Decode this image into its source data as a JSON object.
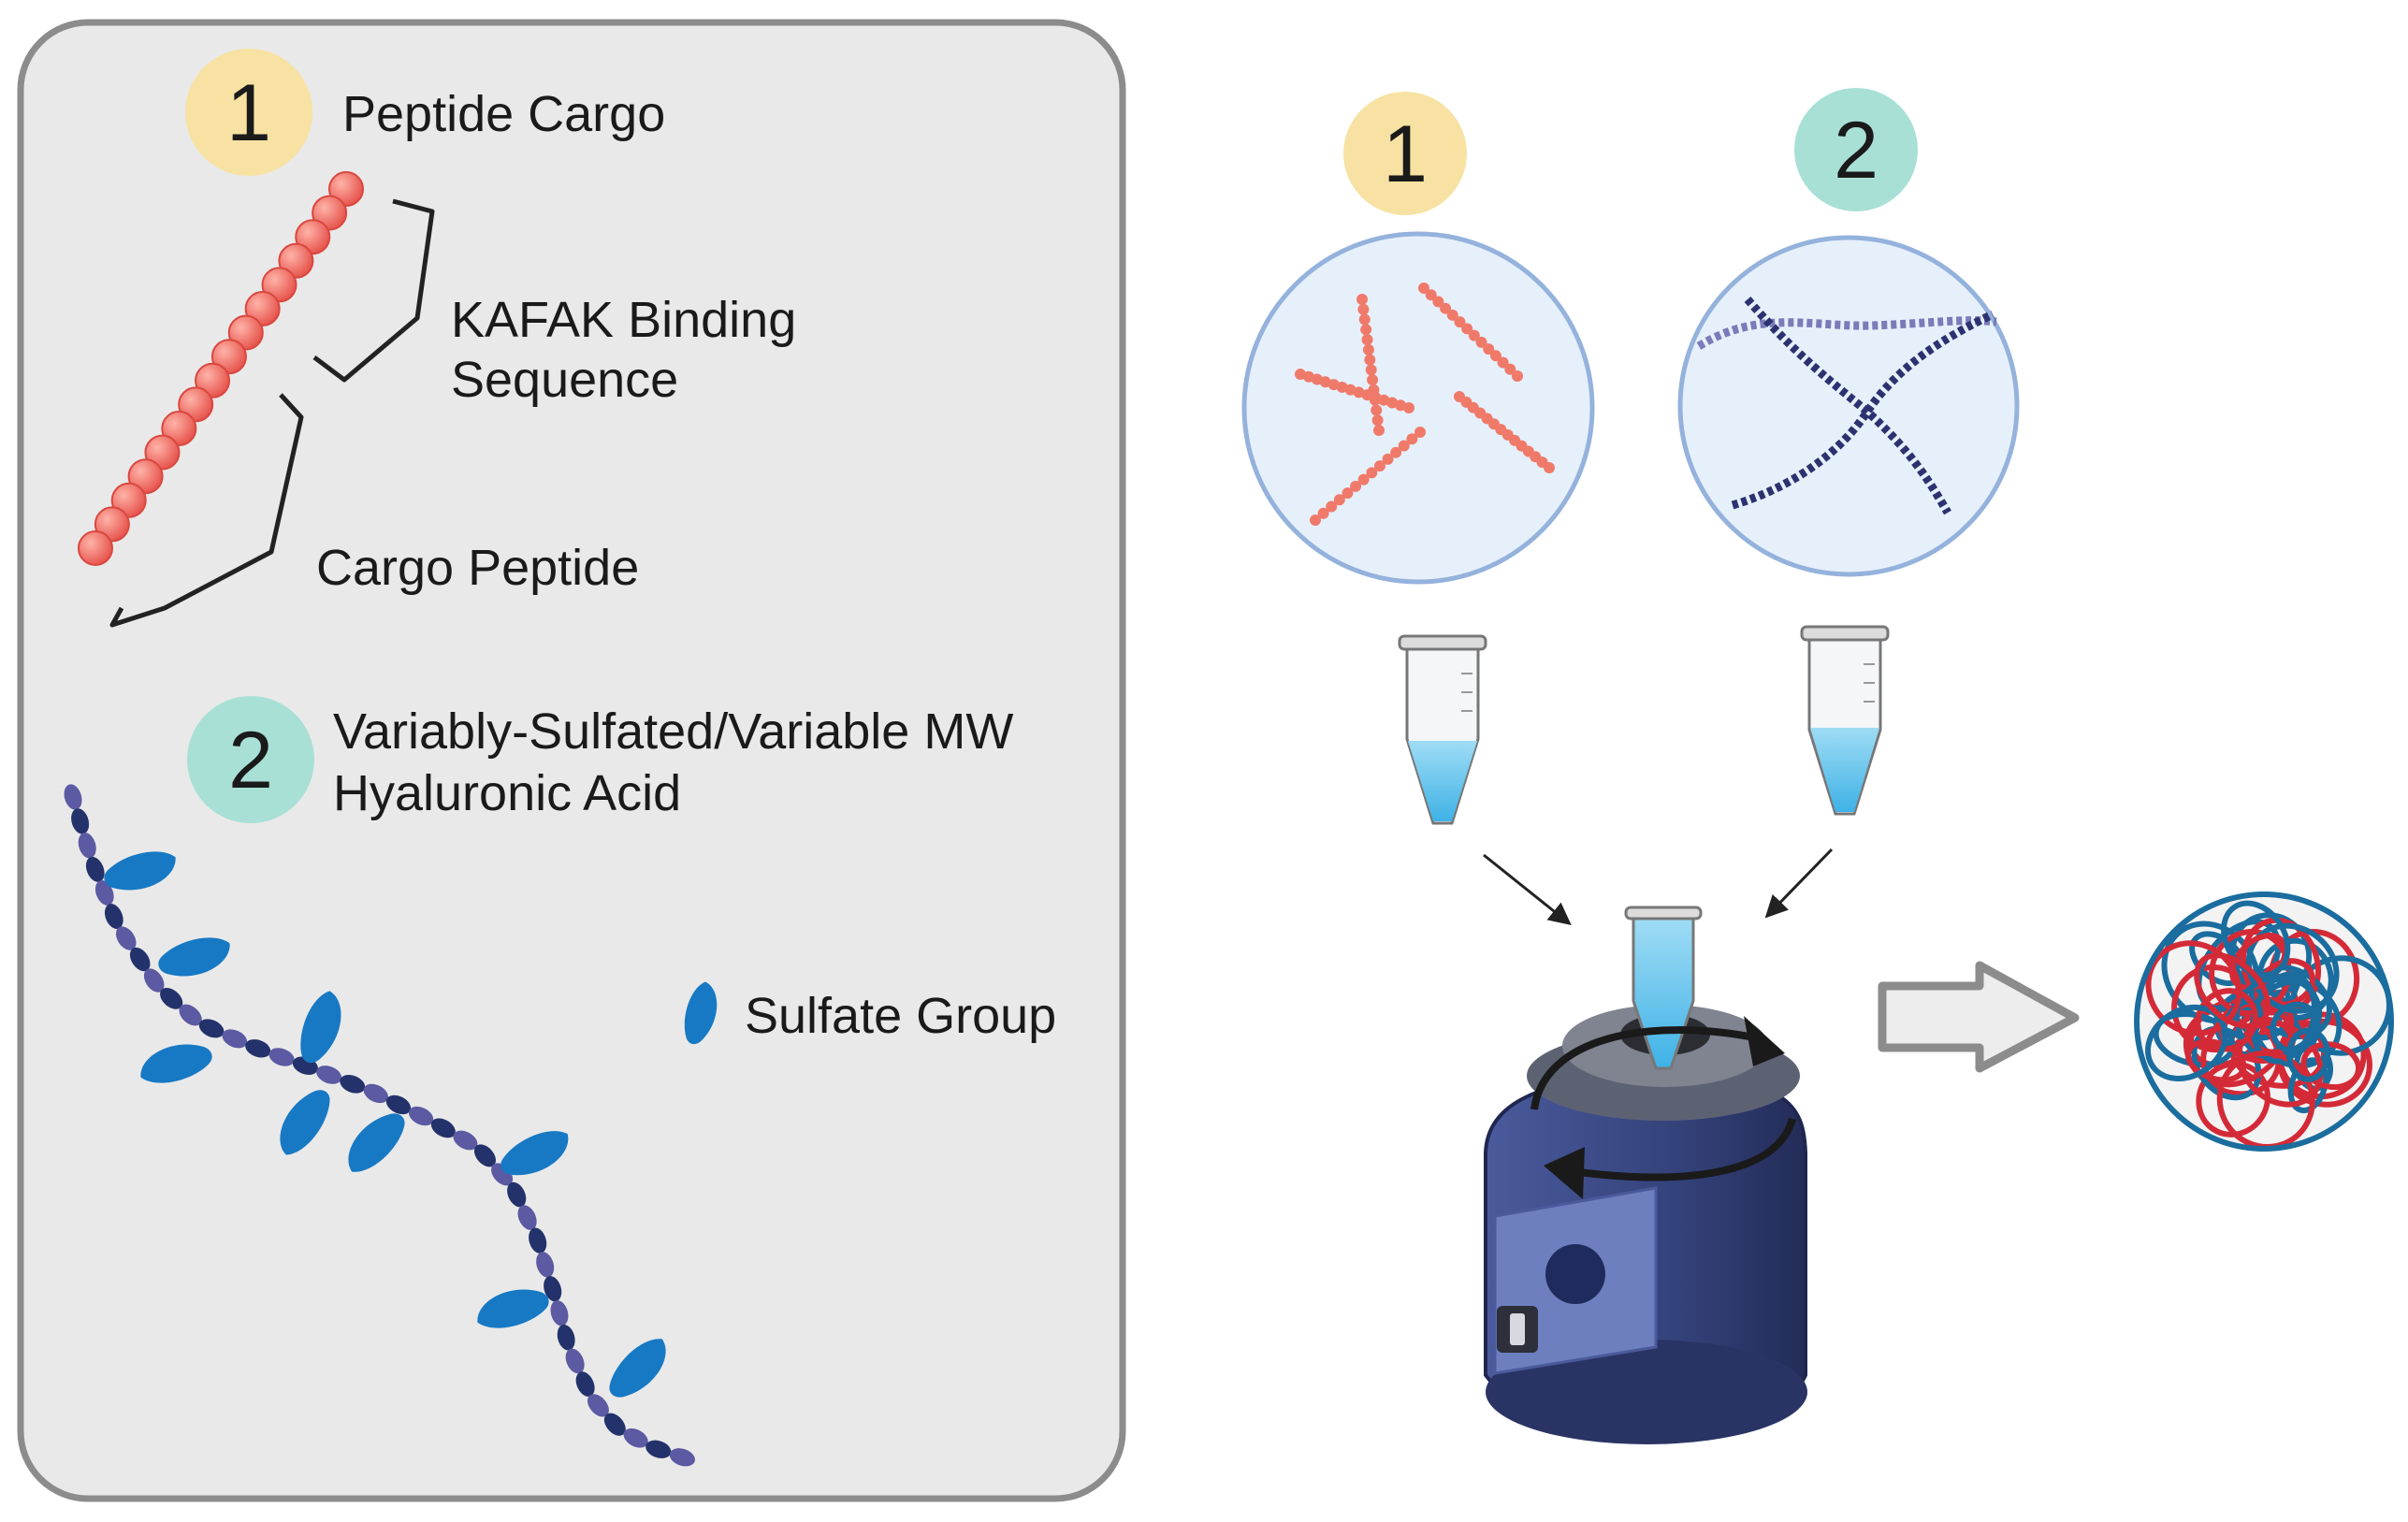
{
  "legend": {
    "peptide": {
      "badge": "1",
      "label": "Peptide Cargo"
    },
    "kafak_line1": "KAFAK Binding",
    "kafak_line2": "Sequence",
    "cargo_peptide": "Cargo Peptide",
    "ha": {
      "badge": "2",
      "line1": "Variably-Sulfated/Variable MW",
      "line2": "Hyaluronic Acid"
    },
    "sulfate": "Sulfate Group"
  },
  "process": {
    "badge1": "1",
    "badge2": "2"
  },
  "colors": {
    "panel_bg": "#e9e9e9",
    "panel_border": "#8c8c8c",
    "badge1": "#f7e2a3",
    "badge2": "#a8e0d6",
    "peptide_bead": "#f06a5e",
    "ha_chain": "#3d3f7e",
    "sulfate": "#1779c4",
    "circle_fill": "#e6f0fb",
    "circle_stroke": "#94b2dc",
    "vortex_body": "#34427a",
    "ball_red": "#d42a37",
    "ball_blue": "#1a6d9e"
  },
  "icons": [
    "peptide-chain-icon",
    "hyaluronic-acid-chain-icon",
    "sulfate-icon",
    "microtube-icon",
    "vortex-mixer-icon",
    "rotation-arrow-icon",
    "process-arrow-icon",
    "nanoparticle-icon"
  ]
}
